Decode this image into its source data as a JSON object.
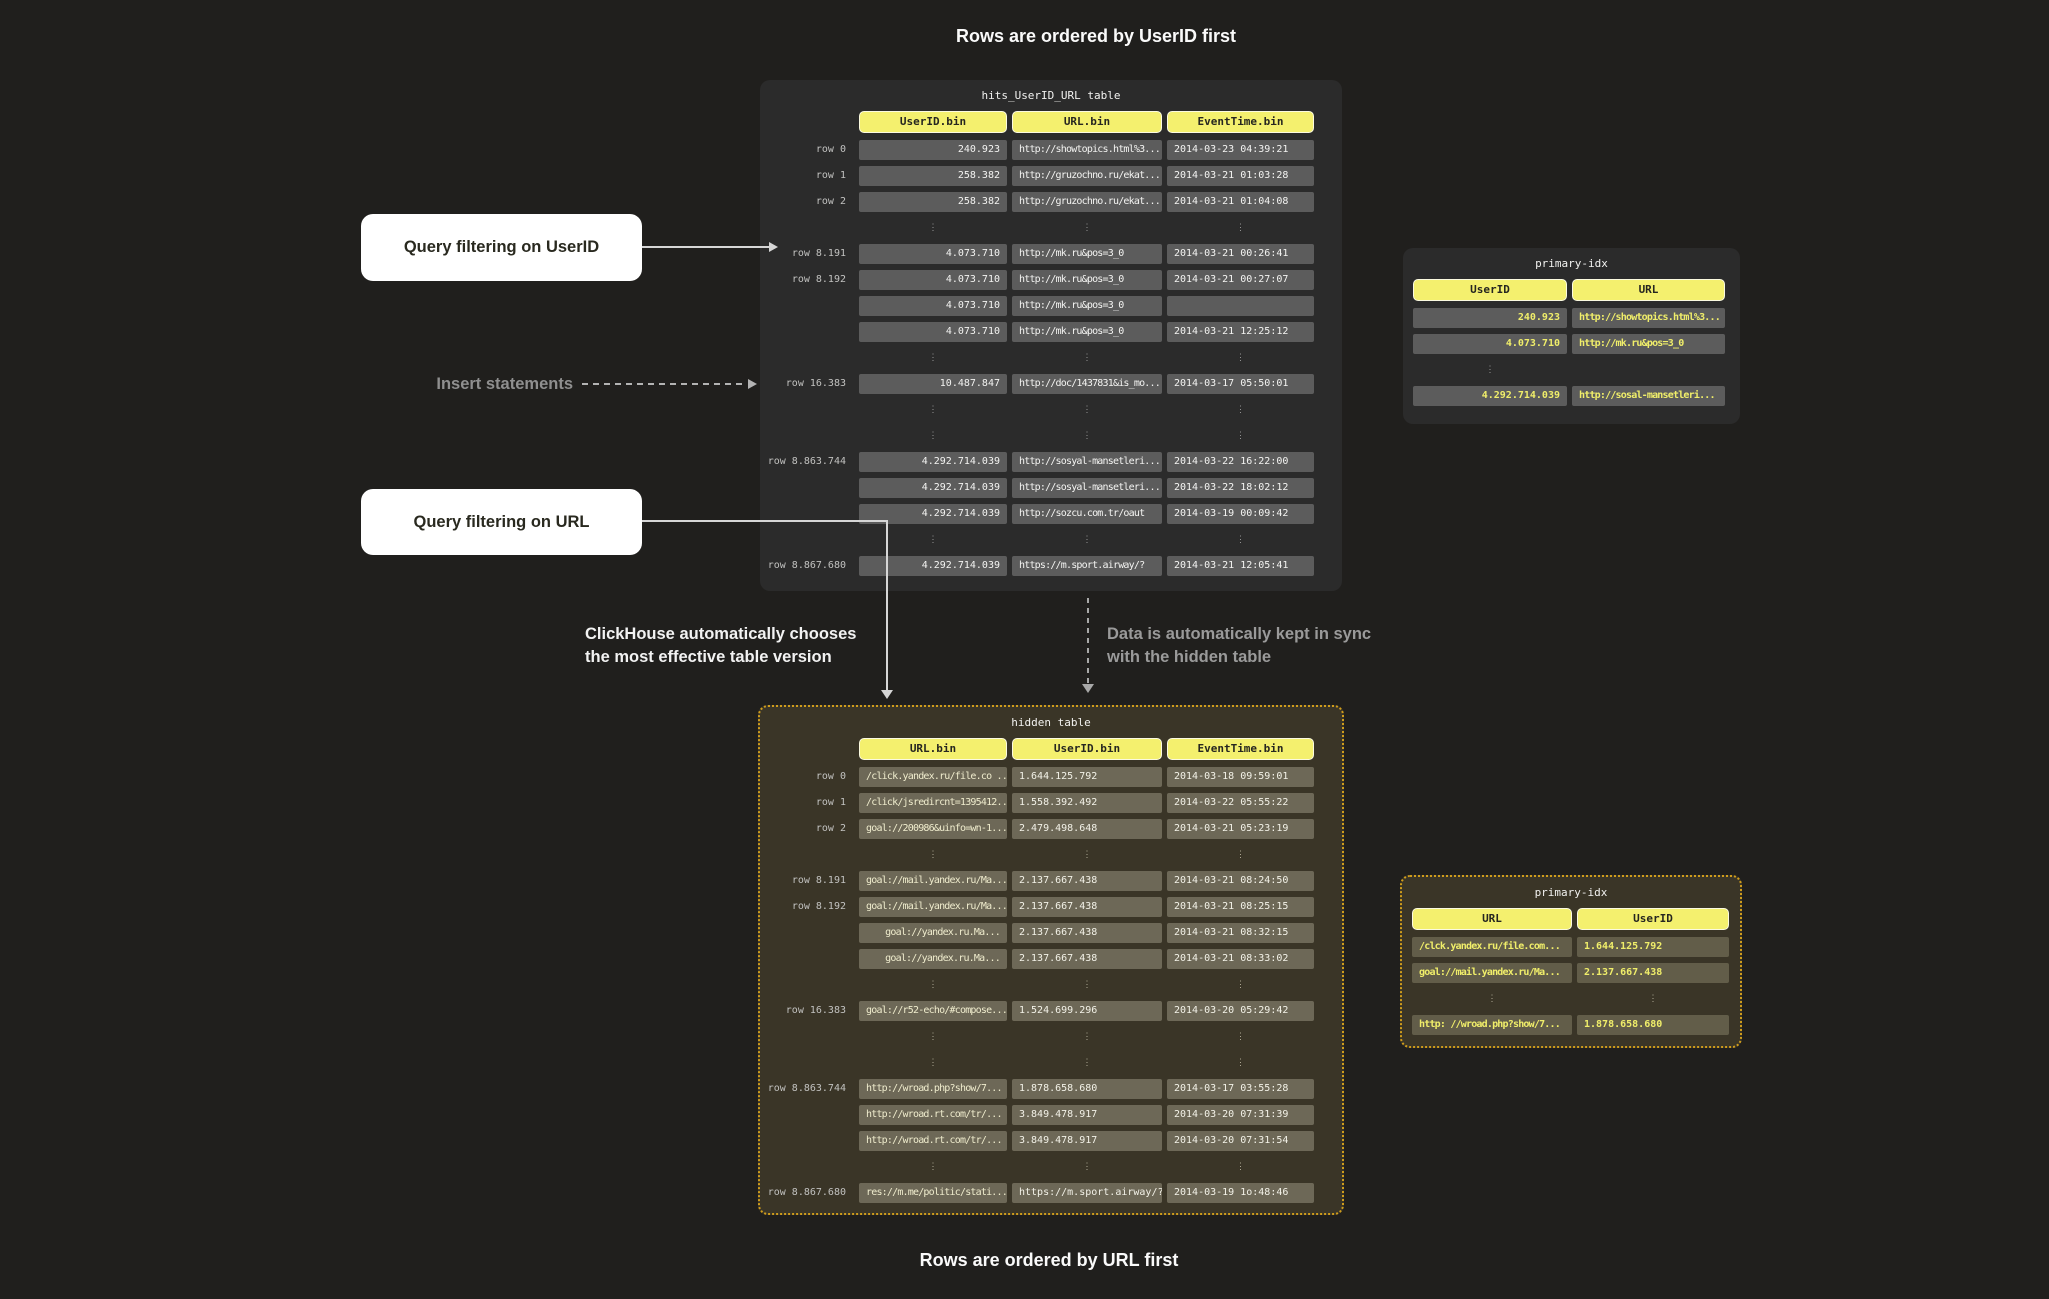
{
  "titles": {
    "top": "Rows are ordered by UserID first",
    "bottom": "Rows are ordered by URL first"
  },
  "annotations": {
    "query_userid": "Query filtering on UserID",
    "insert_statements": "Insert statements",
    "query_url": "Query filtering on URL",
    "clickhouse_note": [
      "ClickHouse automatically chooses",
      "the most effective table version"
    ],
    "sync_note": [
      "Data is automatically kept in sync",
      "with the hidden table"
    ]
  },
  "colors": {
    "accent_yellow": "#f4f06e",
    "yellow_text": "#f0ee6a",
    "gold_dashed_border": "#cf9c1c",
    "panel_dark": "#2b2b2b",
    "panel_olive": "#3a3527",
    "cell_gray": "#5c5c5c",
    "cell_olive": "#6d6857",
    "background": "#201f1d"
  },
  "main_table": {
    "title": "hits_UserID_URL table",
    "columns": [
      "UserID.bin",
      "URL.bin",
      "EventTime.bin"
    ],
    "rows": [
      {
        "label": "row 0",
        "cells": [
          "240.923",
          "http://showtopics.html%3...",
          "2014-03-23 04:39:21"
        ]
      },
      {
        "label": "row 1",
        "cells": [
          "258.382",
          "http://gruzochno.ru/ekat...",
          "2014-03-21 01:03:28"
        ]
      },
      {
        "label": "row 2",
        "cells": [
          "258.382",
          "http://gruzochno.ru/ekat...",
          "2014-03-21 01:04:08"
        ]
      },
      {
        "dots": [
          0,
          1,
          2
        ]
      },
      {
        "label": "row 8.191",
        "cells": [
          "4.073.710",
          "http://mk.ru&pos=3_0",
          "2014-03-21 00:26:41"
        ]
      },
      {
        "label": "row 8.192",
        "cells": [
          "4.073.710",
          "http://mk.ru&pos=3_0",
          "2014-03-21 00:27:07"
        ]
      },
      {
        "label": "",
        "cells": [
          "4.073.710",
          "http://mk.ru&pos=3_0",
          ""
        ]
      },
      {
        "label": "",
        "cells": [
          "4.073.710",
          "http://mk.ru&pos=3_0",
          "2014-03-21 12:25:12"
        ]
      },
      {
        "dots": [
          0,
          1,
          2
        ]
      },
      {
        "label": "row 16.383",
        "cells": [
          "10.487.847",
          "http://doc/1437831&is_mo...",
          "2014-03-17 05:50:01"
        ]
      },
      {
        "dots": [
          0,
          1,
          2
        ]
      },
      {
        "dots": [
          0,
          1,
          2
        ]
      },
      {
        "label": "row 8.863.744",
        "cells": [
          "4.292.714.039",
          "http://sosyal-mansetleri...",
          "2014-03-22 16:22:00"
        ]
      },
      {
        "label": "",
        "cells": [
          "4.292.714.039",
          "http://sosyal-mansetleri...",
          "2014-03-22 18:02:12"
        ]
      },
      {
        "label": "",
        "cells": [
          "4.292.714.039",
          "http://sozcu.com.tr/oaut",
          "2014-03-19 00:09:42"
        ]
      },
      {
        "dots": [
          0,
          1,
          2
        ]
      },
      {
        "label": "row 8.867.680",
        "cells": [
          "4.292.714.039",
          "https://m.sport.airway/?",
          "2014-03-21 12:05:41"
        ]
      }
    ]
  },
  "hidden_table": {
    "title": "hidden table",
    "columns": [
      "URL.bin",
      "UserID.bin",
      "EventTime.bin"
    ],
    "rows": [
      {
        "label": "row 0",
        "cells": [
          "/click.yandex.ru/file.co ...",
          "1.644.125.792",
          "2014-03-18 09:59:01"
        ]
      },
      {
        "label": "row 1",
        "cells": [
          "/click/jsredircnt=1395412...",
          "1.558.392.492",
          "2014-03-22 05:55:22"
        ]
      },
      {
        "label": "row 2",
        "cells": [
          "goal://200986&uinfo=wn-1...",
          "2.479.498.648",
          "2014-03-21 05:23:19"
        ]
      },
      {
        "dots": [
          0,
          1,
          2
        ]
      },
      {
        "label": "row 8.191",
        "cells": [
          "goal://mail.yandex.ru/Ma...",
          "2.137.667.438",
          "2014-03-21 08:24:50"
        ]
      },
      {
        "label": "row 8.192",
        "cells": [
          "goal://mail.yandex.ru/Ma...",
          "2.137.667.438",
          "2014-03-21 08:25:15"
        ]
      },
      {
        "label": "",
        "cells": [
          "goal://yandex.ru.Ma...",
          "2.137.667.438",
          "2014-03-21 08:32:15"
        ]
      },
      {
        "label": "",
        "cells": [
          "goal://yandex.ru.Ma...",
          "2.137.667.438",
          "2014-03-21 08:33:02"
        ]
      },
      {
        "dots": [
          0,
          1,
          2
        ]
      },
      {
        "label": "row 16.383",
        "cells": [
          "goal://r52-echo/#compose...",
          "1.524.699.296",
          "2014-03-20 05:29:42"
        ]
      },
      {
        "dots": [
          0,
          1,
          2
        ]
      },
      {
        "dots": [
          0,
          1,
          2
        ]
      },
      {
        "label": "row 8.863.744",
        "cells": [
          "http://wroad.php?show/7...",
          "1.878.658.680",
          "2014-03-17 03:55:28"
        ]
      },
      {
        "label": "",
        "cells": [
          "http://wroad.rt.com/tr/...",
          "3.849.478.917",
          "2014-03-20 07:31:39"
        ]
      },
      {
        "label": "",
        "cells": [
          "http://wroad.rt.com/tr/...",
          "3.849.478.917",
          "2014-03-20 07:31:54"
        ]
      },
      {
        "dots": [
          0,
          1,
          2
        ]
      },
      {
        "label": "row 8.867.680",
        "cells": [
          "res://m.me/politic/stati...",
          "https://m.sport.airway/?",
          "2014-03-19 1o:48:46"
        ]
      }
    ]
  },
  "primary_idx_top": {
    "title": "primary-idx",
    "columns": [
      "UserID",
      "URL"
    ],
    "rows": [
      {
        "cells": [
          "240.923",
          "http://showtopics.html%3..."
        ]
      },
      {
        "cells": [
          "4.073.710",
          "http://mk.ru&pos=3_0"
        ]
      },
      {
        "dots": [
          0
        ]
      },
      {
        "cells": [
          "4.292.714.039",
          "http://sosal-mansetleri..."
        ]
      }
    ]
  },
  "primary_idx_bottom": {
    "title": "primary-idx",
    "columns": [
      "URL",
      "UserID"
    ],
    "rows": [
      {
        "cells": [
          "/clck.yandex.ru/file.com...",
          "1.644.125.792"
        ]
      },
      {
        "cells": [
          "goal://mail.yandex.ru/Ma...",
          "2.137.667.438"
        ]
      },
      {
        "dots": [
          0,
          1
        ]
      },
      {
        "cells": [
          "http: //wroad.php?show/7...",
          "1.878.658.680"
        ]
      }
    ]
  }
}
